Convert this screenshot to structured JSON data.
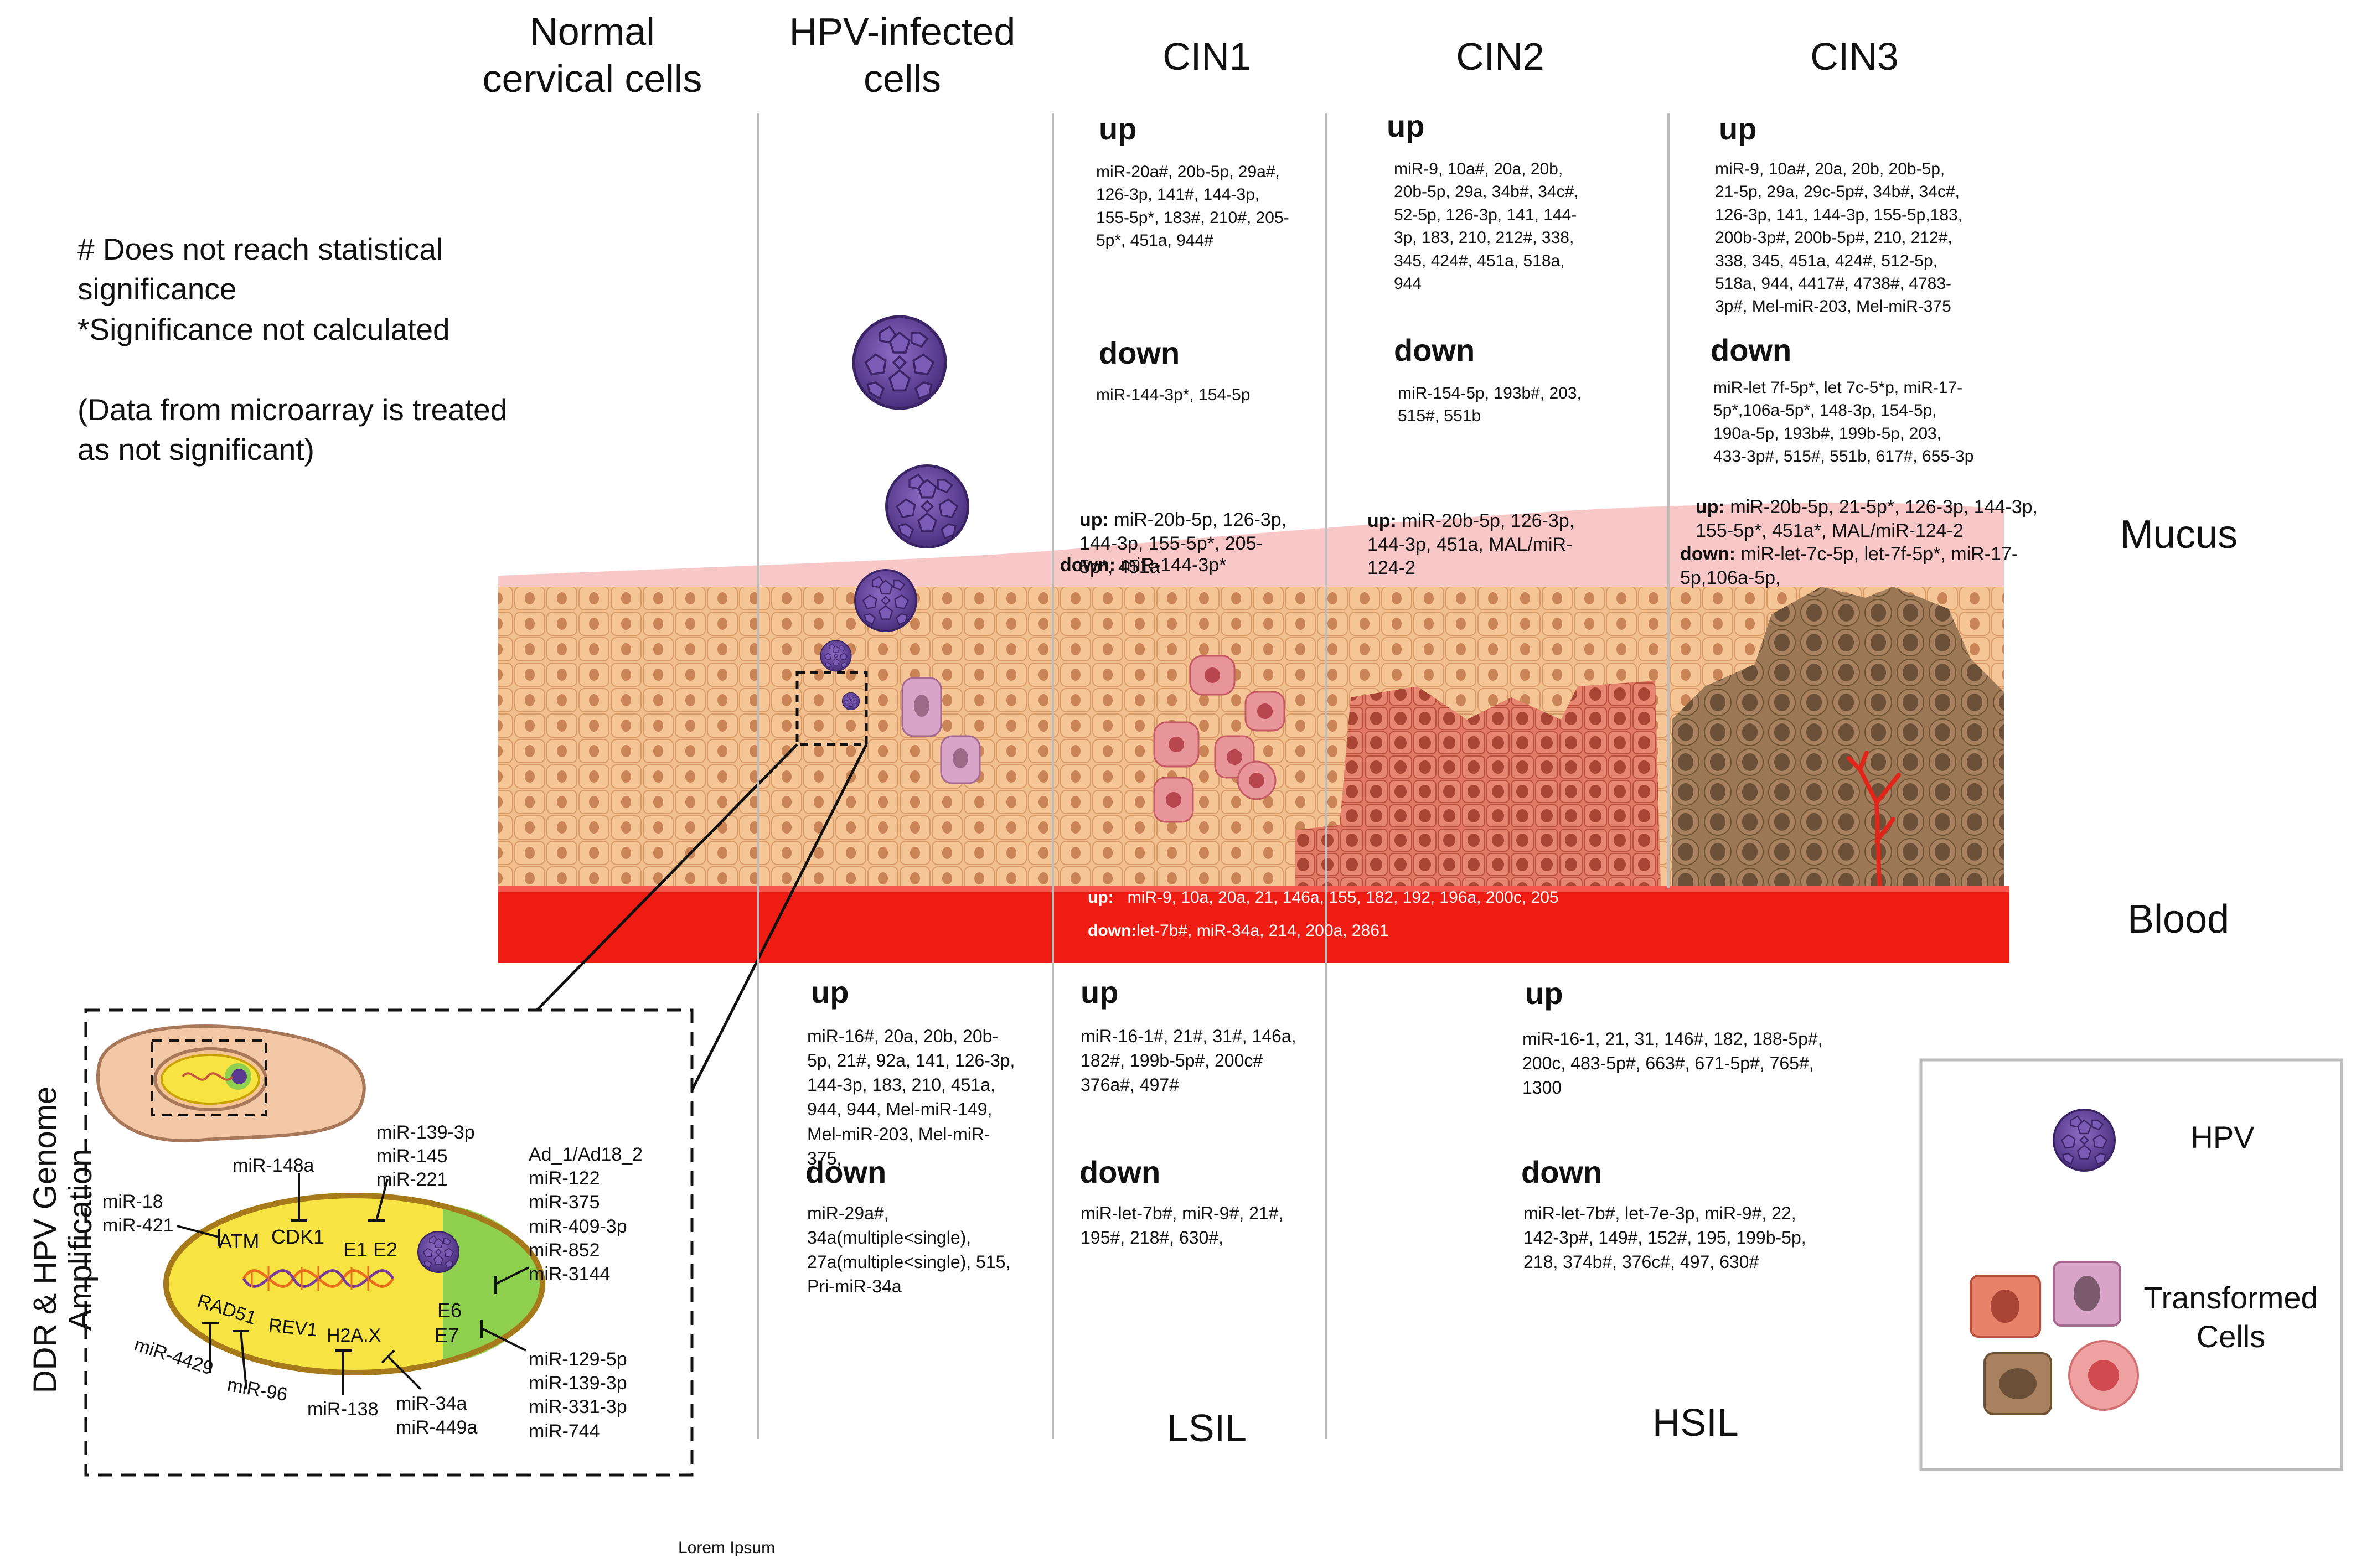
{
  "headers": {
    "normal": "Normal\ncervical cells",
    "hpv_infected": "HPV-infected\ncells",
    "cin1": "CIN1",
    "cin2": "CIN2",
    "cin3": "CIN3"
  },
  "notes": {
    "hash": "# Does not reach statistical\nsignificance",
    "star": "*Significance not calculated",
    "microarray": "(Data from microarray is treated\nas not significant)"
  },
  "labels": {
    "up": "up",
    "down": "down",
    "up_colon": "up:",
    "down_colon": "down:"
  },
  "cin1": {
    "up": "miR-20a#, 20b-5p, 29a#,\n126-3p, 141#, 144-3p,\n155-5p*, 183#, 210#, 205-\n5p*, 451a, 944#",
    "down": "miR-144-3p*, 154-5p",
    "mucus_up": "miR-20b-5p, 126-3p,\n144-3p, 155-5p*, 205-\n5p*, 451a",
    "mucus_down": "miR-144-3p*"
  },
  "cin2": {
    "up": "miR-9, 10a#, 20a, 20b,\n20b-5p, 29a, 34b#, 34c#,\n52-5p, 126-3p, 141, 144-\n3p, 183, 210, 212#, 338,\n345, 424#, 451a, 518a,\n944",
    "down": "miR-154-5p, 193b#, 203,\n515#, 551b",
    "mucus_up": "miR-20b-5p, 126-3p,\n144-3p, 451a, MAL/miR-\n124-2"
  },
  "cin3": {
    "up": "miR-9, 10a#, 20a, 20b, 20b-5p,\n21-5p, 29a, 29c-5p#, 34b#, 34c#,\n126-3p, 141, 144-3p, 155-5p,183,\n200b-3p#, 200b-5p#, 210, 212#,\n338, 345, 451a, 424#, 512-5p,\n518a, 944, 4417#, 4738#, 4783-\n3p#, Mel-miR-203, Mel-miR-375",
    "down": "miR-let 7f-5p*, let 7c-5*p, miR-17-\n5p*,106a-5p*, 148-3p, 154-5p,\n190a-5p, 193b#, 199b-5p, 203,\n433-3p#, 515#, 551b, 617#, 655-3p",
    "mucus_up": "miR-20b-5p, 21-5p*, 126-3p, 144-3p,\n155-5p*, 451a*, MAL/miR-124-2",
    "mucus_down": "miR-let-7c-5p, let-7f-5p*, miR-17-\n5p,106a-5p,"
  },
  "blood": {
    "up": "miR-9, 10a, 20a, 21, 146a, 155, 182, 192, 196a, 200c, 205",
    "down": "let-7b#, miR-34a, 214, 200a, 2861"
  },
  "tissue_hpv": {
    "up": "miR-16#, 20a, 20b, 20b-\n5p, 21#, 92a, 141, 126-3p,\n144-3p, 183, 210, 451a,\n944, 944, Mel-miR-149,\nMel-miR-203, Mel-miR-\n375,",
    "down": "miR-29a#,\n34a(multiple<single),\n27a(multiple<single), 515,\nPri-miR-34a"
  },
  "tissue_lsil": {
    "up": "miR-16-1#, 21#,  31#, 146a,\n182#,  199b-5p#, 200c#\n376a#, 497#",
    "down": "miR-let-7b#, miR-9#, 21#,\n195#, 218#, 630#,"
  },
  "tissue_hsil": {
    "up": "miR-16-1, 21, 31, 146#, 182, 188-5p#,\n200c, 483-5p#, 663#, 671-5p#, 765#,\n1300",
    "down": "miR-let-7b#, let-7e-3p, miR-9#, 22,\n142-3p#, 149#, 152#, 195, 199b-5p,\n218, 374b#, 376c#, 497, 630#"
  },
  "side_labels": {
    "mucus": "Mucus",
    "blood": "Blood"
  },
  "grades": {
    "lsil": "LSIL",
    "hsil": "HSIL"
  },
  "legend": {
    "hpv": "HPV",
    "transformed": "Transformed\nCells"
  },
  "inset": {
    "title": "DDR & HPV Genome\nAmplification",
    "atm": "ATM",
    "cdk1": "CDK1",
    "e1e2": "E1 E2",
    "e6": "E6",
    "e7": "E7",
    "rad51": "RAD51",
    "rev1": "REV1",
    "h2ax": "H2A.X",
    "mir148a": "miR-148a",
    "mir18": "miR-18\nmiR-421",
    "mir139": "miR-139-3p\nmiR-145\nmiR-221",
    "mir_right": "Ad_1/Ad18_2\nmiR-122\nmiR-375\nmiR-409-3p\nmiR-852\nmiR-3144",
    "mir_e7": "miR-129-5p\nmiR-139-3p\nmiR-331-3p\nmiR-744",
    "mir4429": "miR-4429",
    "mir96": "miR-96",
    "mir138": "miR-138",
    "mir34": "miR-34a\nmiR-449a"
  },
  "footer": "Lorem Ipsum",
  "colors": {
    "blood": "#ee1c12",
    "mucus": "#f8c8c8",
    "normal_cell": "#f2c08e",
    "cin1_cell": "#e58a8a",
    "cin2_cell": "#dc7560",
    "cin3_cell": "#9c7856",
    "hpv": "#6a4aa0",
    "nucleus_yellow": "#f7e442",
    "nucleus_green": "#8fd14f"
  }
}
